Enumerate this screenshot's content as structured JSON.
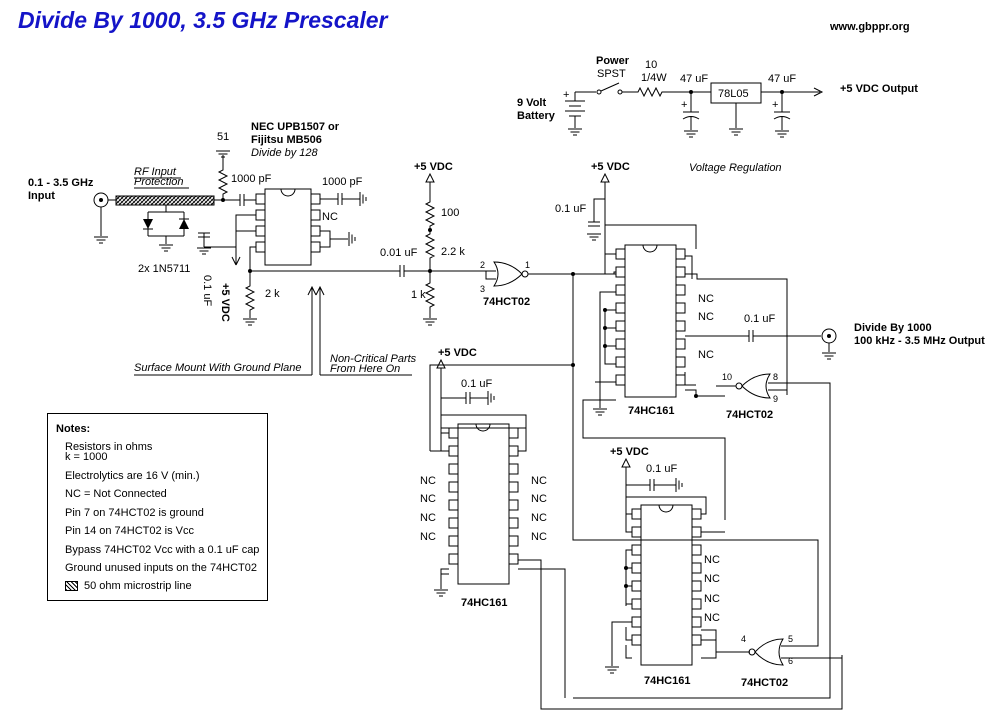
{
  "title": "Divide By 1000, 3.5 GHz Prescaler",
  "website": "www.gbppr.org",
  "input": {
    "freq": "0.1 - 3.5 GHz",
    "name": "Input"
  },
  "output": {
    "name": "Divide By 1000",
    "freq": "100 kHz - 3.5 MHz Output"
  },
  "labels": {
    "rf_protect_1": "RF Input",
    "rf_protect_2": "Protection",
    "diodes": "2x 1N5711",
    "prescaler_1": "NEC UPB1507 or",
    "prescaler_2": "Fijitsu MB506",
    "prescaler_3": "Divide by 128",
    "r51": "51",
    "c1000a": "1000 pF",
    "c1000b": "1000 pF",
    "nc": "NC",
    "c_01uf_v": "0.1 uF",
    "vdc5_v": "+5 VDC",
    "r2k": "2 k",
    "vdc5": "+5 VDC",
    "r100": "100",
    "r22k": "2.2 k",
    "r1k": "1 k",
    "c001": "0.01 uF",
    "gate1": "74HCT02",
    "pin2": "2",
    "pin3": "3",
    "pin1": "1",
    "surface_mount": "Surface Mount With Ground Plane",
    "noncrit_1": "Non-Critical Parts",
    "noncrit_2": "From Here On",
    "c01": "0.1 uF",
    "counter": "74HC161",
    "gate": "74HCT02",
    "pin10": "10",
    "pin8": "8",
    "pin9": "9",
    "pin4": "4",
    "pin5": "5",
    "pin6": "6",
    "power": "Power",
    "spst": "SPST",
    "r10": "10",
    "r10w": "1/4W",
    "c47a": "47 uF",
    "c47b": "47 uF",
    "reg": "78L05",
    "vout": "+5 VDC Output",
    "battery_1": "9 Volt",
    "battery_2": "Battery",
    "vreg": "Voltage Regulation",
    "plus": "+"
  },
  "notes": {
    "header": "Notes:",
    "lines": [
      "Resistors in ohms",
      "k = 1000",
      "Electrolytics are 16 V (min.)",
      "NC = Not Connected",
      "Pin 7 on 74HCT02 is ground",
      "Pin 14 on 74HCT02 is Vcc",
      "Bypass 74HCT02 Vcc with a 0.1 uF cap",
      "Ground unused inputs on the 74HCT02",
      "50 ohm microstrip line"
    ]
  }
}
